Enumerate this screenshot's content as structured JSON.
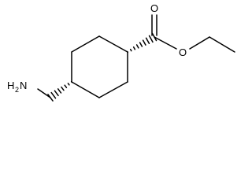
{
  "molecule": {
    "atoms": {
      "carbonyl_oxygen": "O",
      "ester_oxygen": "O",
      "amine_n": "N",
      "amine_h": "H",
      "amine_h_count": "2"
    },
    "stereo": {
      "ring_c1_to_carbonyl": "hashed-wedge",
      "ring_c4_to_ch2": "hashed-wedge"
    },
    "colors": {
      "bond": "#000000",
      "label": "#000000",
      "background": "#ffffff"
    }
  }
}
